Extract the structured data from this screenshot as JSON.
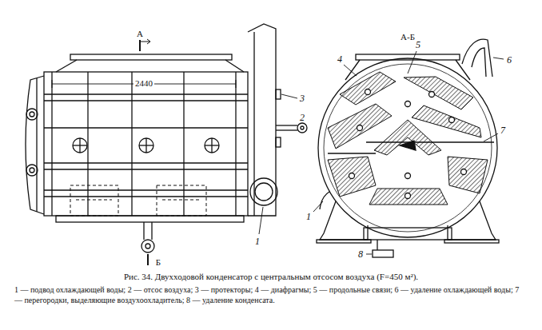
{
  "diagram": {
    "caption": "Рис. 34. Двухходовой конденсатор с центральным отсосом воздуха (F=450 м²).",
    "labels": [
      "А",
      "Б",
      "2440",
      "3",
      "2",
      "1",
      "А-Б",
      "4",
      "5",
      "6",
      "7",
      "1",
      "8",
      "1 — подвод охлаждающей воды; 2 — отсос воздуха; 3 — протекторы; 4 — диафрагмы; 5 — продольные связи; 6 — удаление охлаждающей воды; 7 — перегородки, выделяющие воздухоохладитель; 8 — удаление конденсата."
    ]
  }
}
